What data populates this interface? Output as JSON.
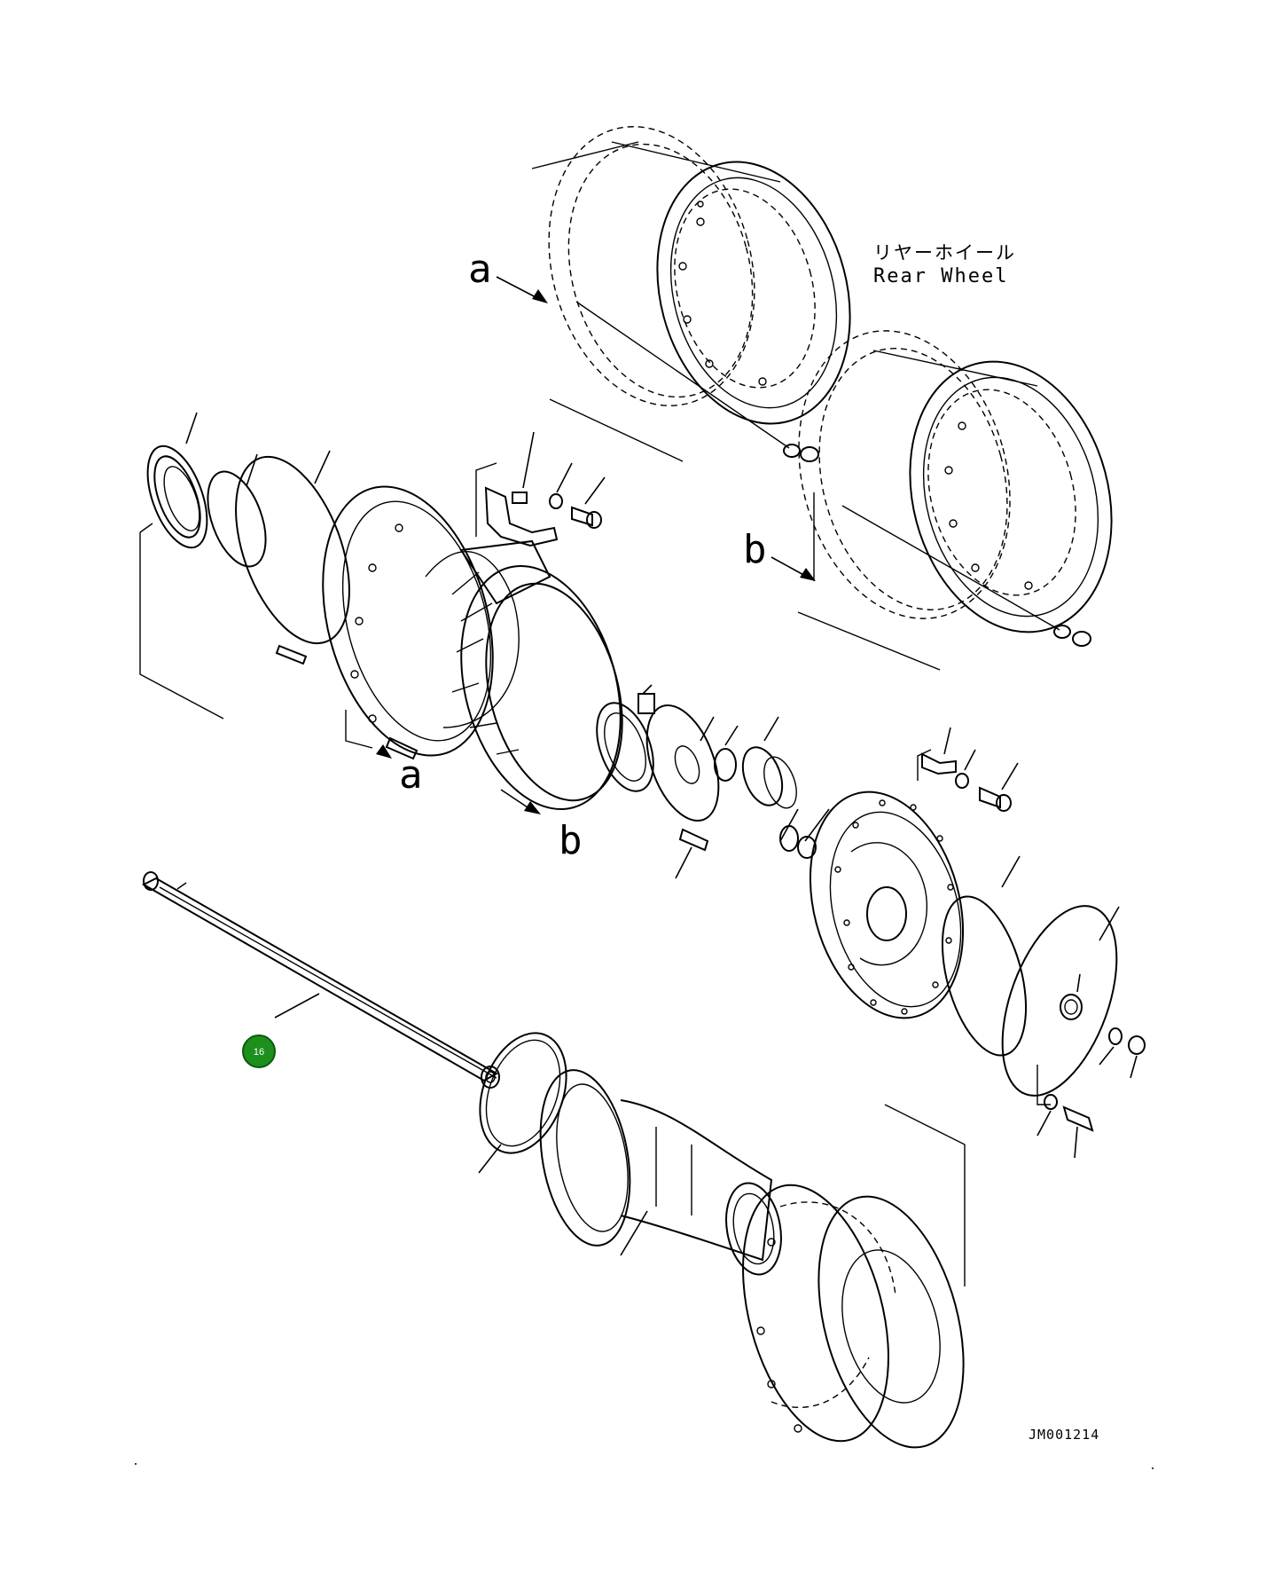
{
  "labels": {
    "jp_title": "リヤーホイール",
    "en_title": "Rear Wheel",
    "ref_a_top": "a",
    "ref_b_top": "b",
    "ref_a_bottom": "a",
    "ref_b_bottom": "b",
    "drawing_code": "JM001214"
  },
  "callouts": [
    {
      "number": "16",
      "color": "#1d8f1d"
    }
  ]
}
